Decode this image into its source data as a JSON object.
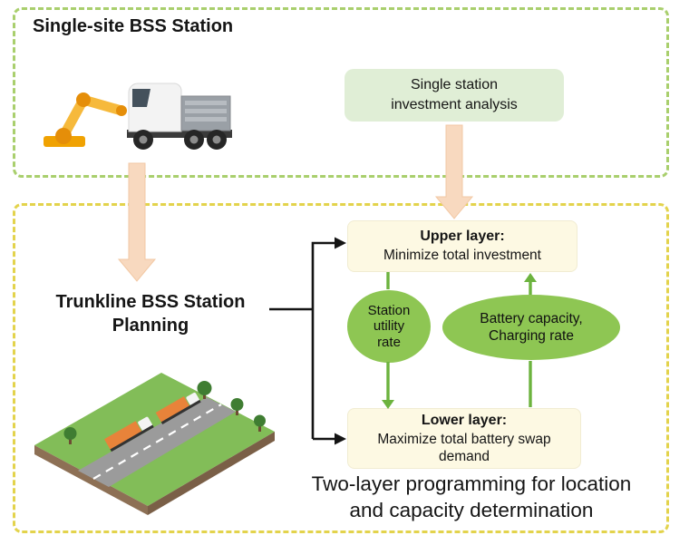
{
  "top_section": {
    "title": "Single-site BSS Station",
    "analysis_box": "Single station\ninvestment analysis",
    "illustration": "battery-swap-robot-arm-and-truck"
  },
  "bottom_section": {
    "title": "Trunkline BSS Station\nPlanning",
    "upper_layer": {
      "label": "Upper layer:",
      "text": "Minimize total investment"
    },
    "lower_layer": {
      "label": "Lower layer:",
      "text": "Maximize total battery swap demand"
    },
    "station_utility_ellipse": "Station\nutility\nrate",
    "battery_capacity_ellipse": "Battery capacity,\nCharging rate",
    "caption": "Two-layer programming for location\nand capacity determination",
    "illustration": "isometric-trunkline-highway-with-trucks"
  },
  "colors": {
    "top_frame_border": "#a9cf6d",
    "bottom_frame_border": "#e3d34c",
    "analysis_box_fill": "#e0eed6",
    "layer_box_fill": "#fdf9e3",
    "ellipse_fill": "#8ec653",
    "peach_arrow": "#f8d9bf",
    "green_arrow": "#6cb33e",
    "connector_black": "#141414"
  }
}
